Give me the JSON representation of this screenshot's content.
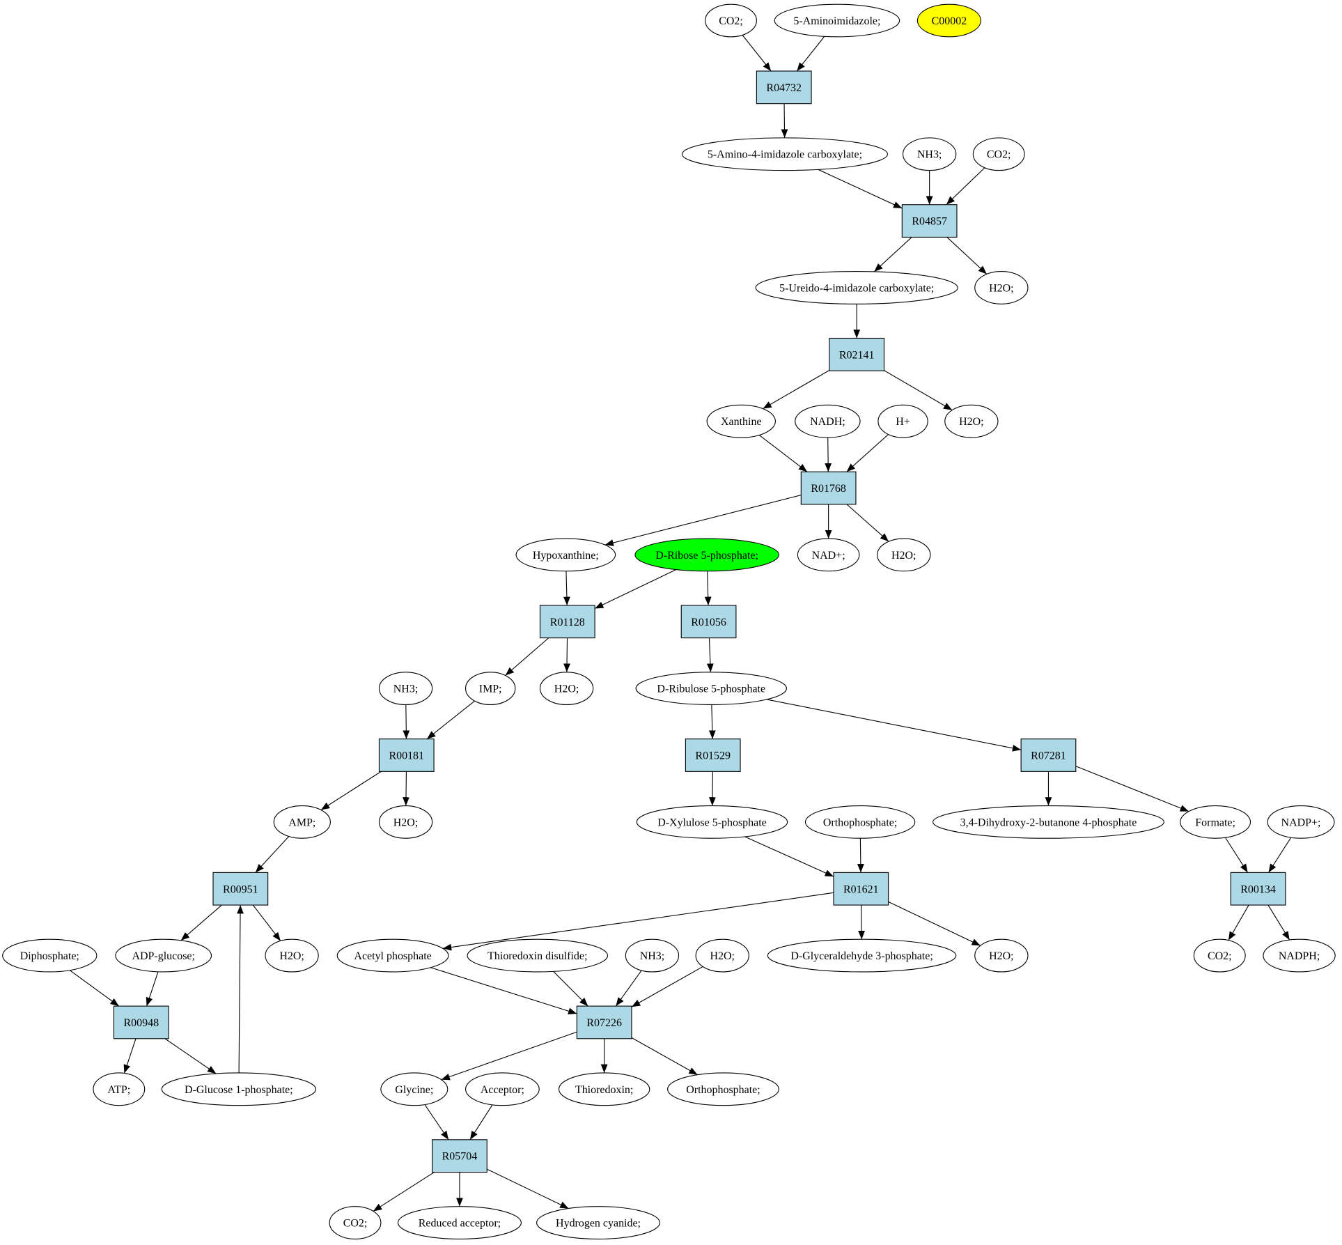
{
  "colors": {
    "reaction": "#add8e6",
    "compound": "#ffffff",
    "start": "#00ff00",
    "highlight": "#ffff00",
    "stroke": "#000000"
  },
  "nodes": [
    {
      "id": "co2_a",
      "label": "CO2;",
      "kind": "compound"
    },
    {
      "id": "aminoimid",
      "label": "5-Aminoimidazole;",
      "kind": "compound"
    },
    {
      "id": "c00002",
      "label": "C00002",
      "kind": "highlight"
    },
    {
      "id": "R04732",
      "label": "R04732",
      "kind": "reaction"
    },
    {
      "id": "aic",
      "label": "5-Amino-4-imidazole carboxylate;",
      "kind": "compound"
    },
    {
      "id": "nh3_a",
      "label": "NH3;",
      "kind": "compound"
    },
    {
      "id": "co2_b",
      "label": "CO2;",
      "kind": "compound"
    },
    {
      "id": "R04857",
      "label": "R04857",
      "kind": "reaction"
    },
    {
      "id": "uic",
      "label": "5-Ureido-4-imidazole carboxylate;",
      "kind": "compound"
    },
    {
      "id": "h2o_a",
      "label": "H2O;",
      "kind": "compound"
    },
    {
      "id": "R02141",
      "label": "R02141",
      "kind": "reaction"
    },
    {
      "id": "xanthine",
      "label": "Xanthine",
      "kind": "compound"
    },
    {
      "id": "nadh",
      "label": "NADH;",
      "kind": "compound"
    },
    {
      "id": "hplus",
      "label": "H+",
      "kind": "compound"
    },
    {
      "id": "h2o_b",
      "label": "H2O;",
      "kind": "compound"
    },
    {
      "id": "R01768",
      "label": "R01768",
      "kind": "reaction"
    },
    {
      "id": "hypox",
      "label": "Hypoxanthine;",
      "kind": "compound"
    },
    {
      "id": "dr5p",
      "label": "D-Ribose 5-phosphate;",
      "kind": "start"
    },
    {
      "id": "nadplus",
      "label": "NAD+;",
      "kind": "compound"
    },
    {
      "id": "h2o_c",
      "label": "H2O;",
      "kind": "compound"
    },
    {
      "id": "R01128",
      "label": "R01128",
      "kind": "reaction"
    },
    {
      "id": "R01056",
      "label": "R01056",
      "kind": "reaction"
    },
    {
      "id": "nh3_b",
      "label": "NH3;",
      "kind": "compound"
    },
    {
      "id": "imp",
      "label": "IMP;",
      "kind": "compound"
    },
    {
      "id": "h2o_d",
      "label": "H2O;",
      "kind": "compound"
    },
    {
      "id": "dru5p",
      "label": "D-Ribulose 5-phosphate",
      "kind": "compound"
    },
    {
      "id": "R00181",
      "label": "R00181",
      "kind": "reaction"
    },
    {
      "id": "R01529",
      "label": "R01529",
      "kind": "reaction"
    },
    {
      "id": "R07281",
      "label": "R07281",
      "kind": "reaction"
    },
    {
      "id": "amp",
      "label": "AMP;",
      "kind": "compound"
    },
    {
      "id": "h2o_e",
      "label": "H2O;",
      "kind": "compound"
    },
    {
      "id": "dx5p",
      "label": "D-Xylulose 5-phosphate",
      "kind": "compound"
    },
    {
      "id": "ortho_a",
      "label": "Orthophosphate;",
      "kind": "compound"
    },
    {
      "id": "dhbp",
      "label": "3,4-Dihydroxy-2-butanone 4-phosphate",
      "kind": "compound"
    },
    {
      "id": "formate",
      "label": "Formate;",
      "kind": "compound"
    },
    {
      "id": "nadpplus",
      "label": "NADP+;",
      "kind": "compound"
    },
    {
      "id": "R00951",
      "label": "R00951",
      "kind": "reaction"
    },
    {
      "id": "R01621",
      "label": "R01621",
      "kind": "reaction"
    },
    {
      "id": "R00134",
      "label": "R00134",
      "kind": "reaction"
    },
    {
      "id": "diphos",
      "label": "Diphosphate;",
      "kind": "compound"
    },
    {
      "id": "adpglc",
      "label": "ADP-glucose;",
      "kind": "compound"
    },
    {
      "id": "h2o_f",
      "label": "H2O;",
      "kind": "compound"
    },
    {
      "id": "acetylp",
      "label": "Acetyl phosphate",
      "kind": "compound"
    },
    {
      "id": "thiodis",
      "label": "Thioredoxin disulfide;",
      "kind": "compound"
    },
    {
      "id": "nh3_c",
      "label": "NH3;",
      "kind": "compound"
    },
    {
      "id": "h2o_g",
      "label": "H2O;",
      "kind": "compound"
    },
    {
      "id": "dg3p",
      "label": "D-Glyceraldehyde 3-phosphate;",
      "kind": "compound"
    },
    {
      "id": "h2o_h",
      "label": "H2O;",
      "kind": "compound"
    },
    {
      "id": "co2_c",
      "label": "CO2;",
      "kind": "compound"
    },
    {
      "id": "nadph",
      "label": "NADPH;",
      "kind": "compound"
    },
    {
      "id": "R00948",
      "label": "R00948",
      "kind": "reaction"
    },
    {
      "id": "R07226",
      "label": "R07226",
      "kind": "reaction"
    },
    {
      "id": "atp",
      "label": "ATP;",
      "kind": "compound"
    },
    {
      "id": "dg1p",
      "label": "D-Glucose 1-phosphate;",
      "kind": "compound"
    },
    {
      "id": "glycine",
      "label": "Glycine;",
      "kind": "compound"
    },
    {
      "id": "acceptor",
      "label": "Acceptor;",
      "kind": "compound"
    },
    {
      "id": "thioredoxin",
      "label": "Thioredoxin;",
      "kind": "compound"
    },
    {
      "id": "ortho_b",
      "label": "Orthophosphate;",
      "kind": "compound"
    },
    {
      "id": "R05704",
      "label": "R05704",
      "kind": "reaction"
    },
    {
      "id": "co2_d",
      "label": "CO2;",
      "kind": "compound"
    },
    {
      "id": "redacc",
      "label": "Reduced acceptor;",
      "kind": "compound"
    },
    {
      "id": "hcn",
      "label": "Hydrogen cyanide;",
      "kind": "compound"
    }
  ],
  "edges": [
    [
      "co2_a",
      "R04732"
    ],
    [
      "aminoimid",
      "R04732"
    ],
    [
      "R04732",
      "aic"
    ],
    [
      "aic",
      "R04857"
    ],
    [
      "nh3_a",
      "R04857"
    ],
    [
      "co2_b",
      "R04857"
    ],
    [
      "R04857",
      "uic"
    ],
    [
      "R04857",
      "h2o_a"
    ],
    [
      "uic",
      "R02141"
    ],
    [
      "R02141",
      "xanthine"
    ],
    [
      "R02141",
      "h2o_b"
    ],
    [
      "xanthine",
      "R01768"
    ],
    [
      "nadh",
      "R01768"
    ],
    [
      "hplus",
      "R01768"
    ],
    [
      "R01768",
      "hypox"
    ],
    [
      "R01768",
      "nadplus"
    ],
    [
      "R01768",
      "h2o_c"
    ],
    [
      "hypox",
      "R01128"
    ],
    [
      "dr5p",
      "R01128"
    ],
    [
      "dr5p",
      "R01056"
    ],
    [
      "R01128",
      "imp"
    ],
    [
      "R01128",
      "h2o_d"
    ],
    [
      "R01056",
      "dru5p"
    ],
    [
      "nh3_b",
      "R00181"
    ],
    [
      "imp",
      "R00181"
    ],
    [
      "dru5p",
      "R01529"
    ],
    [
      "dru5p",
      "R07281"
    ],
    [
      "R00181",
      "amp"
    ],
    [
      "R00181",
      "h2o_e"
    ],
    [
      "R01529",
      "dx5p"
    ],
    [
      "R07281",
      "dhbp"
    ],
    [
      "R07281",
      "formate"
    ],
    [
      "amp",
      "R00951"
    ],
    [
      "dx5p",
      "R01621"
    ],
    [
      "ortho_a",
      "R01621"
    ],
    [
      "formate",
      "R00134"
    ],
    [
      "nadpplus",
      "R00134"
    ],
    [
      "R00951",
      "adpglc"
    ],
    [
      "R00951",
      "h2o_f"
    ],
    [
      "R01621",
      "acetylp"
    ],
    [
      "R01621",
      "dg3p"
    ],
    [
      "R01621",
      "h2o_h"
    ],
    [
      "R00134",
      "co2_c"
    ],
    [
      "R00134",
      "nadph"
    ],
    [
      "diphos",
      "R00948"
    ],
    [
      "adpglc",
      "R00948"
    ],
    [
      "acetylp",
      "R07226"
    ],
    [
      "thiodis",
      "R07226"
    ],
    [
      "nh3_c",
      "R07226"
    ],
    [
      "h2o_g",
      "R07226"
    ],
    [
      "R00948",
      "atp"
    ],
    [
      "R00948",
      "dg1p"
    ],
    [
      "dg1p",
      "R00951"
    ],
    [
      "R07226",
      "glycine"
    ],
    [
      "R07226",
      "thioredoxin"
    ],
    [
      "R07226",
      "ortho_b"
    ],
    [
      "glycine",
      "R05704"
    ],
    [
      "acceptor",
      "R05704"
    ],
    [
      "R05704",
      "co2_d"
    ],
    [
      "R05704",
      "redacc"
    ],
    [
      "R05704",
      "hcn"
    ]
  ]
}
